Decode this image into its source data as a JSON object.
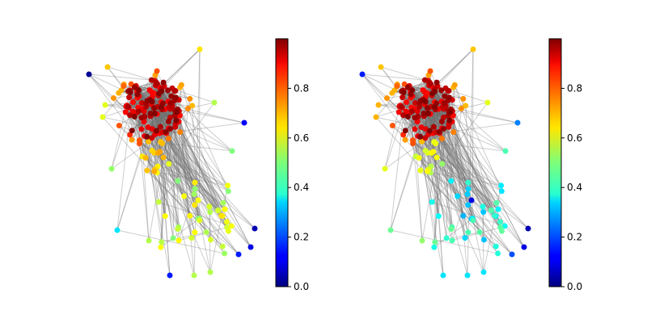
{
  "chart_data": [
    {
      "type": "network-graph",
      "panel": "left",
      "edges": {
        "color": "#808080",
        "opacity": 0.45
      },
      "colorbar": {
        "colormap": "jet",
        "range": [
          0.0,
          1.0
        ],
        "ticks": [
          0.0,
          0.2,
          0.4,
          0.6,
          0.8
        ],
        "tick_labels": [
          "0.0",
          "0.2",
          "0.4",
          "0.6",
          "0.8"
        ]
      },
      "nodes_summary": "dense high-value cluster (0.85-1.0) upper area; mid values (0.5-0.7) lower cluster; outliers low (0.0-0.3)"
    },
    {
      "type": "network-graph",
      "panel": "right",
      "edges": {
        "color": "#808080",
        "opacity": 0.45
      },
      "colorbar": {
        "colormap": "jet",
        "range": [
          0.0,
          1.0
        ],
        "ticks": [
          0.0,
          0.2,
          0.4,
          0.6,
          0.8
        ],
        "tick_labels": [
          "0.0",
          "0.2",
          "0.4",
          "0.6",
          "0.8"
        ]
      },
      "nodes_summary": "dense high-value cluster (0.85-1.0) upper area; lower cluster values shifted to 0.3-0.45; outliers low (0.05-0.2)"
    }
  ]
}
